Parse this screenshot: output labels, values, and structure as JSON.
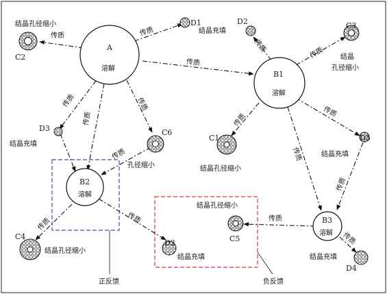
{
  "nodes": {
    "A": {
      "name": "A",
      "sub": "溶解"
    },
    "B1": {
      "name": "B1",
      "sub": "溶解"
    },
    "B2": {
      "name": "B2",
      "sub": "溶解"
    },
    "B3": {
      "name": "B3",
      "sub": "溶解"
    }
  },
  "pellets": {
    "C2": "C2",
    "D1": "D1",
    "D2_top": "D2",
    "C3": "C3",
    "D3": "D3",
    "C6": "C6",
    "C1": "C1",
    "D5": "D5",
    "C4": "C4",
    "D2_bottom": "D2",
    "C5": "C5",
    "D4": "D4"
  },
  "labels": {
    "c2_desc": "结晶孔径缩小",
    "d1_desc": "结晶充填",
    "c3_desc1": "结晶",
    "c3_desc2": "孔径缩小",
    "d3_desc": "结晶充填",
    "c6_desc": "孔径缩小",
    "c1_desc": "结晶孔径缩小",
    "d5_desc": "结晶充填",
    "c4_desc": "结晶孔径缩小",
    "d2b_desc": "结晶充填",
    "c5_desc": "结晶孔径缩小",
    "d4_desc": "结晶充填",
    "positive_feedback": "正反馈",
    "negative_feedback": "负反馈"
  },
  "edge_label": "传质",
  "colors": {
    "positive_box": "#3b4fa8",
    "negative_box": "#d9363e",
    "ink": "#111111"
  }
}
